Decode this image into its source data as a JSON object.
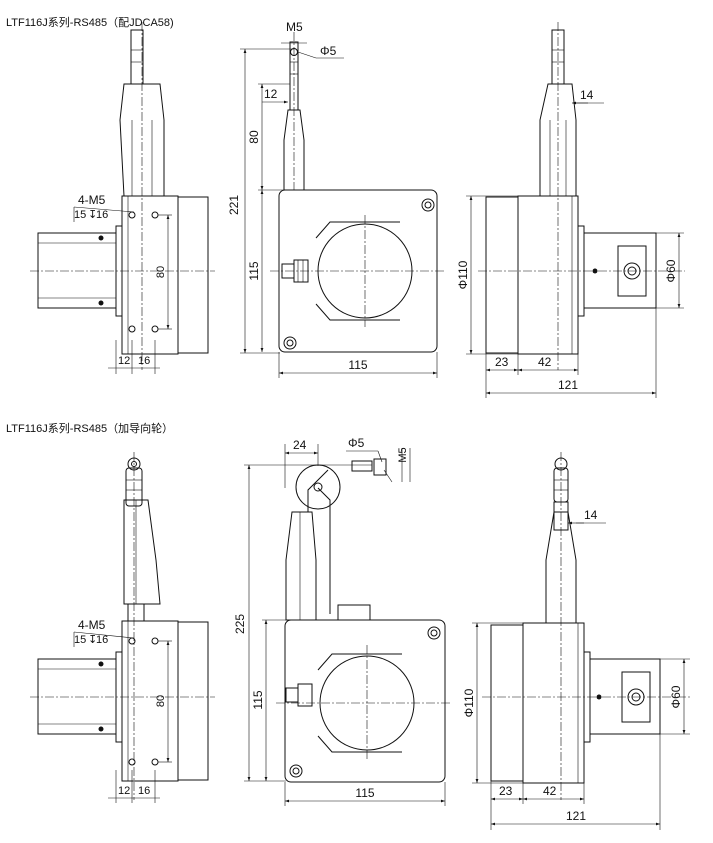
{
  "titles": {
    "top": "LTF116J系列-RS485（配JDCA58)",
    "bottom": "LTF116J系列-RS485（加导向轮）"
  },
  "top": {
    "left": {
      "callout_line1": "4-M5",
      "callout_line2": "15",
      "callout_sym": "↧",
      "callout_line3": "16",
      "dim_80": "80",
      "dim_12": "12",
      "dim_16": "16"
    },
    "front": {
      "m5": "M5",
      "phi5": "Φ5",
      "dim_12": "12",
      "dim_80": "80",
      "dim_221": "221",
      "dim_115v": "115",
      "dim_115h": "115"
    },
    "right": {
      "dim_14": "14",
      "dim_110": "Φ110",
      "dim_60": "Φ60",
      "dim_23": "23",
      "dim_42": "42",
      "dim_121": "121"
    }
  },
  "bottom": {
    "left": {
      "callout_line1": "4-M5",
      "callout_line2": "15",
      "callout_sym": "↧",
      "callout_line3": "16",
      "dim_80": "80",
      "dim_12": "12",
      "dim_16": "16"
    },
    "front": {
      "dim_24": "24",
      "phi5": "Φ5",
      "m5": "M5",
      "dim_225": "225",
      "dim_115v": "115",
      "dim_115h": "115"
    },
    "right": {
      "dim_14": "14",
      "dim_110": "Φ110",
      "dim_60": "Φ60",
      "dim_23": "23",
      "dim_42": "42",
      "dim_121": "121"
    }
  }
}
